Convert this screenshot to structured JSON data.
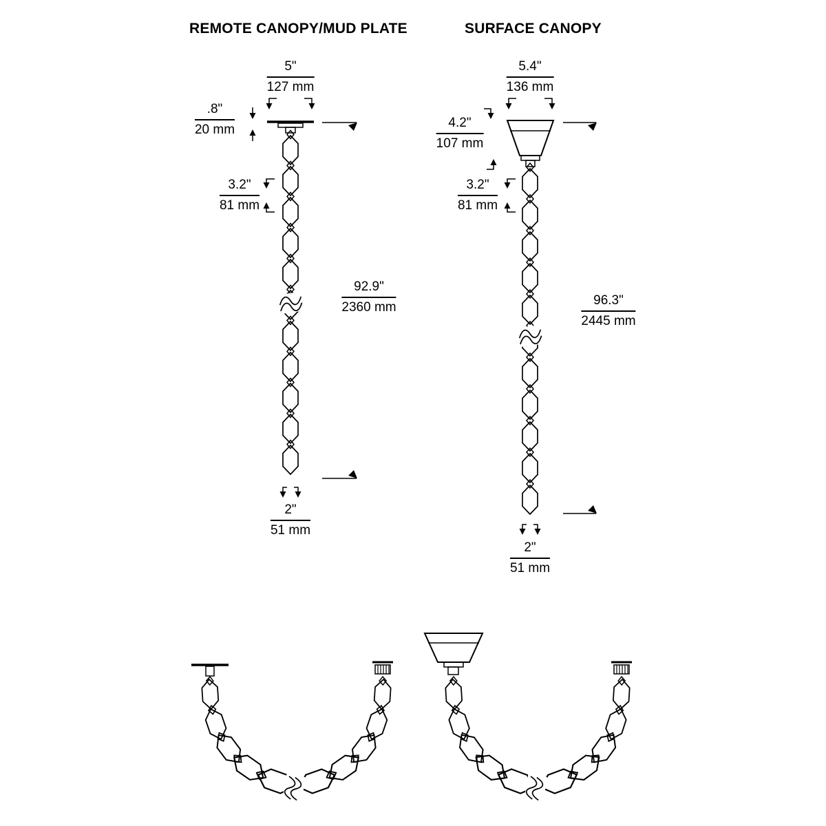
{
  "remote": {
    "title": "REMOTE CANOPY/MUD PLATE",
    "dims": {
      "width": {
        "in": "5\"",
        "mm": "127 mm"
      },
      "thickness": {
        "in": ".8\"",
        "mm": "20 mm"
      },
      "link": {
        "in": "3.2\"",
        "mm": "81 mm"
      },
      "overall": {
        "in": "92.9\"",
        "mm": "2360 mm"
      },
      "bottom": {
        "in": "2\"",
        "mm": "51 mm"
      }
    }
  },
  "surface": {
    "title": "SURFACE CANOPY",
    "dims": {
      "width": {
        "in": "5.4\"",
        "mm": "136 mm"
      },
      "canopy": {
        "in": "4.2\"",
        "mm": "107 mm"
      },
      "link": {
        "in": "3.2\"",
        "mm": "81 mm"
      },
      "overall": {
        "in": "96.3\"",
        "mm": "2445 mm"
      },
      "bottom": {
        "in": "2\"",
        "mm": "51 mm"
      }
    }
  },
  "colors": {
    "line": "#000000",
    "background": "#ffffff"
  }
}
